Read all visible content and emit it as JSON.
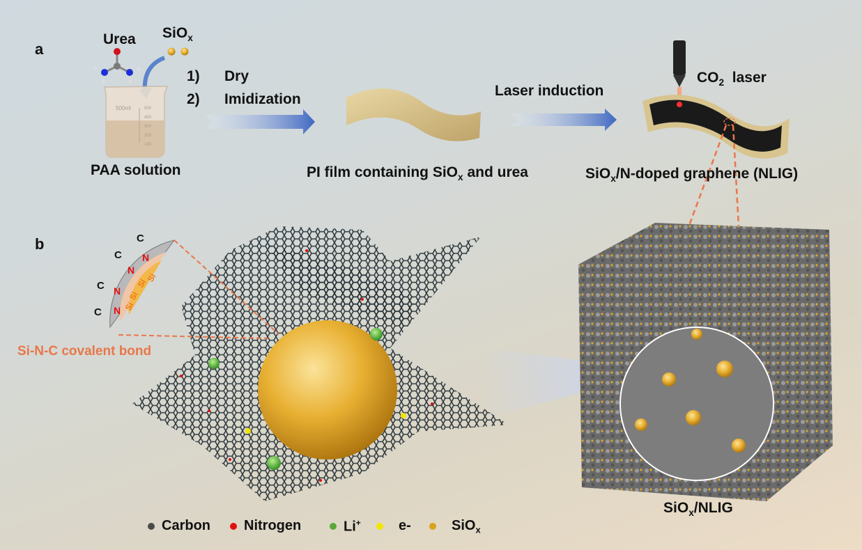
{
  "panels": {
    "a": "a",
    "b": "b"
  },
  "step1": {
    "urea": "Urea",
    "siox": "SiO",
    "siox_sub": "x",
    "beaker_label": "500ml",
    "beaker_ticks": [
      "500",
      "400",
      "300",
      "200",
      "100"
    ],
    "caption": "PAA solution"
  },
  "process1": {
    "n1": "1)",
    "s1": "Dry",
    "n2": "2)",
    "s2": "Imidization"
  },
  "step2": {
    "caption_pre": "PI film containing SiO",
    "caption_sub": "x",
    "caption_post": " and urea"
  },
  "process2": {
    "label": "Laser induction"
  },
  "step3": {
    "laser_pre": "CO",
    "laser_sub": "2",
    "laser_post": "  laser",
    "caption_pre": "SiO",
    "caption_sub": "x",
    "caption_post": "/N-doped graphene (NLIG)"
  },
  "inset": {
    "atoms_c": [
      "C",
      "C",
      "C",
      "C"
    ],
    "atoms_n": [
      "N",
      "N",
      "N",
      "N"
    ],
    "atoms_si": [
      "Si",
      "Si",
      "Si",
      "Si"
    ],
    "bond_label": "Si-N-C covalent bond"
  },
  "cube": {
    "label_pre": "SiO",
    "label_sub": "x",
    "label_post": "/NLIG"
  },
  "legend": [
    {
      "label": "Carbon",
      "color": "#4a4a4a"
    },
    {
      "label": "Nitrogen",
      "color": "#e01010"
    },
    {
      "label": "Li",
      "sup": "+",
      "color": "#5aa83a"
    },
    {
      "label": "e-",
      "color": "#f2e600"
    },
    {
      "label": "SiO",
      "sub": "x",
      "color": "#d9a21a"
    }
  ],
  "colors": {
    "accent_orange": "#e8774a",
    "arrow_blue": "#4a72c4",
    "film_tan": "#d8c48f"
  }
}
